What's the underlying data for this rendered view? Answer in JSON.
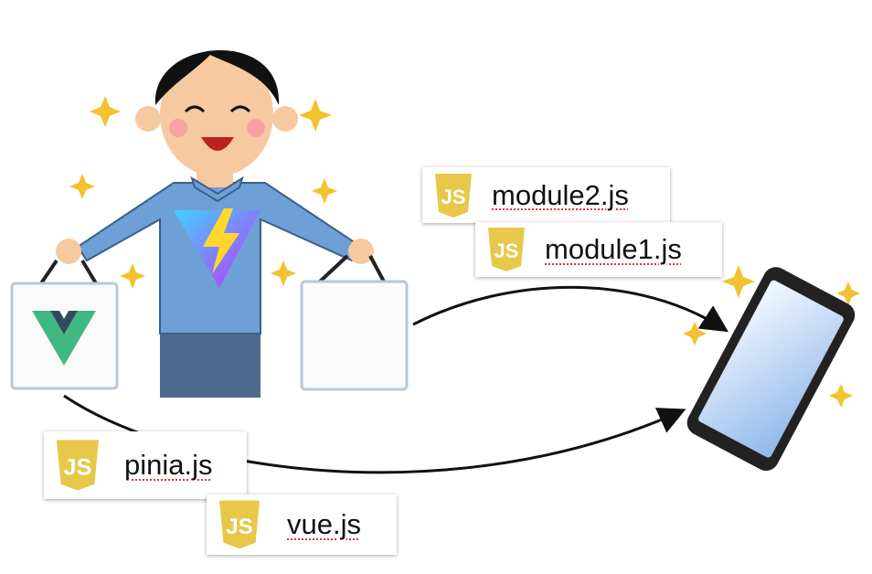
{
  "files": [
    {
      "name": "module2.js",
      "icon": "javascript-icon"
    },
    {
      "name": "module1.js",
      "icon": "javascript-icon"
    },
    {
      "name": "pinia.js",
      "icon": "javascript-icon"
    },
    {
      "name": "vue.js",
      "icon": "javascript-icon"
    }
  ],
  "colors": {
    "js_yellow": "#e8c84a",
    "shirt": "#6e9fd6",
    "pants": "#4d6a8c",
    "vue_green": "#41b883",
    "vue_dark": "#35495e",
    "star": "#f2c230"
  }
}
